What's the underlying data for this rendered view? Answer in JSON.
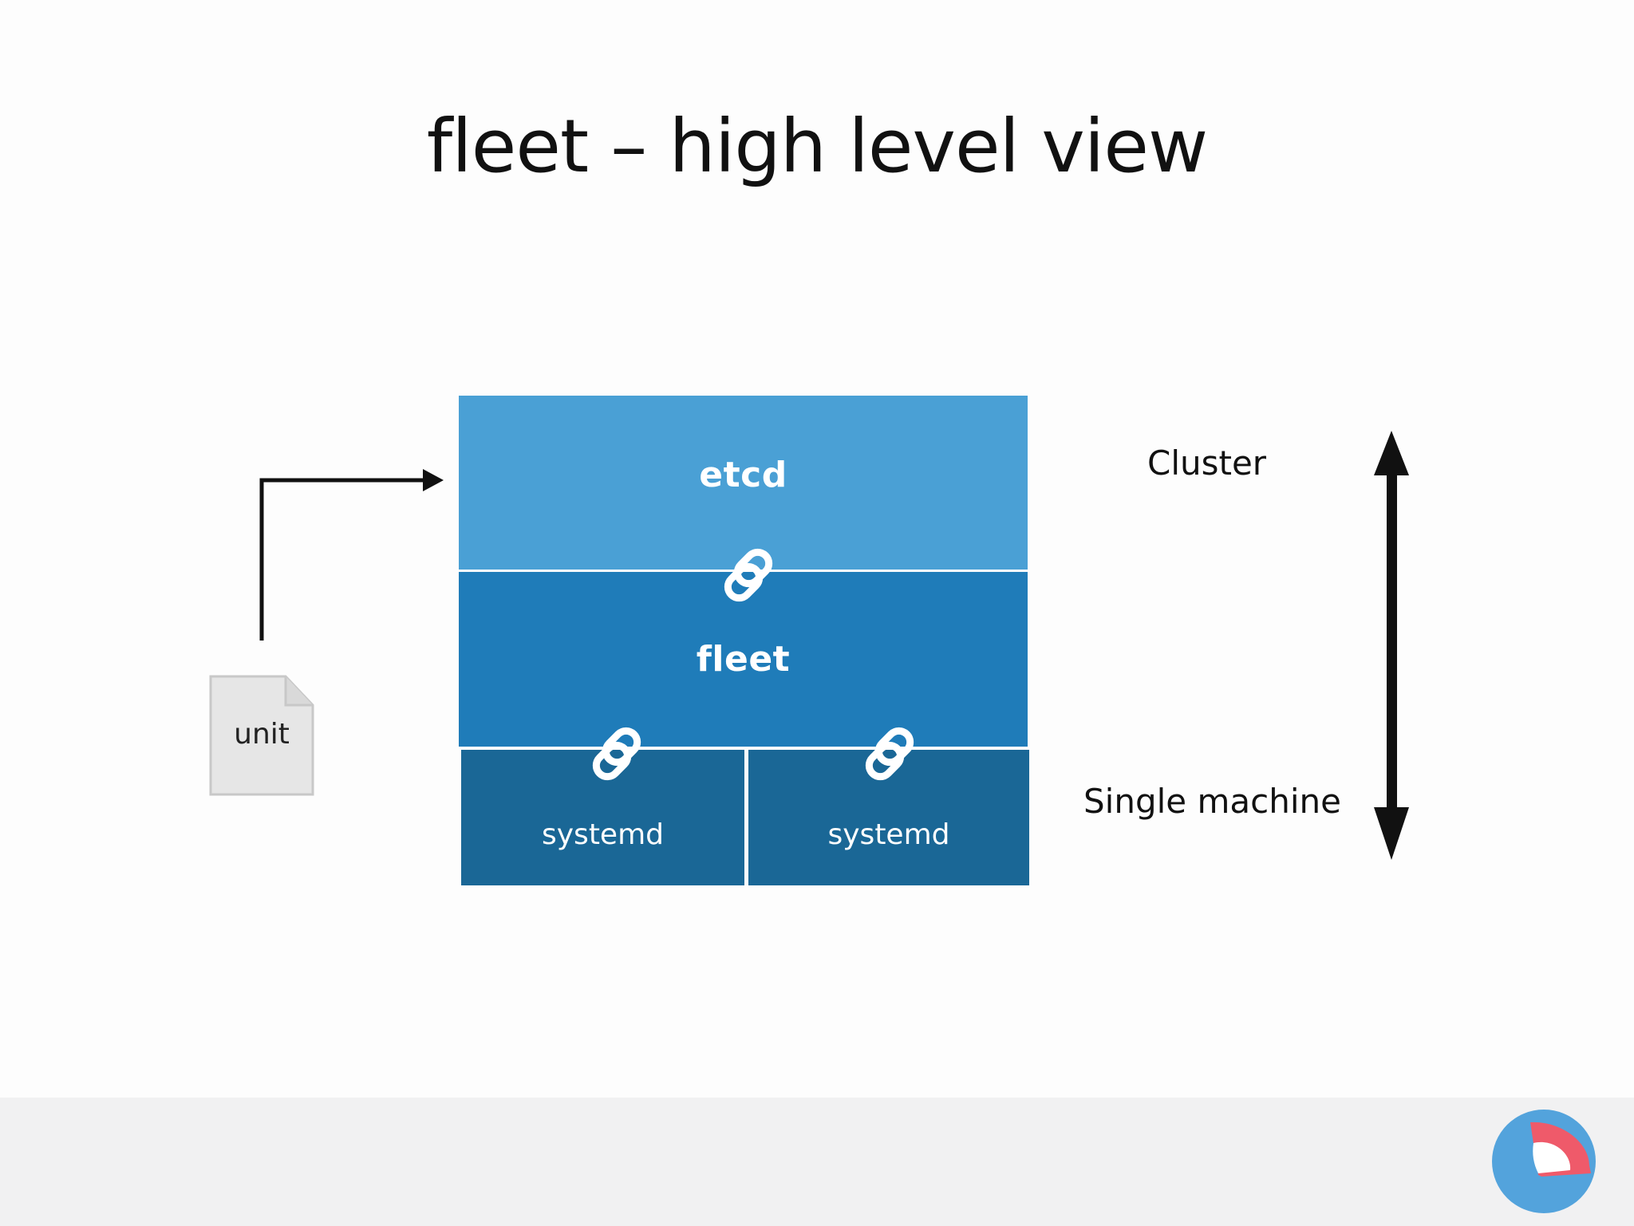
{
  "title": "fleet – high level view",
  "stack": {
    "etcd_label": "etcd",
    "fleet_label": "fleet",
    "systemd_left_label": "systemd",
    "systemd_right_label": "systemd"
  },
  "unit_file": {
    "label": "unit"
  },
  "scale": {
    "top_label": "Cluster",
    "bottom_label": "Single machine"
  },
  "colors": {
    "etcd": "#4aa0d5",
    "fleet": "#1f7cb9",
    "systemd": "#1a6796",
    "footer": "#f1f1f2",
    "logo_circle": "#53a3dc",
    "logo_mark": "#ef5a6a"
  },
  "icons": {
    "link": "link-icon",
    "unit": "document-icon",
    "logo": "logo-icon"
  }
}
